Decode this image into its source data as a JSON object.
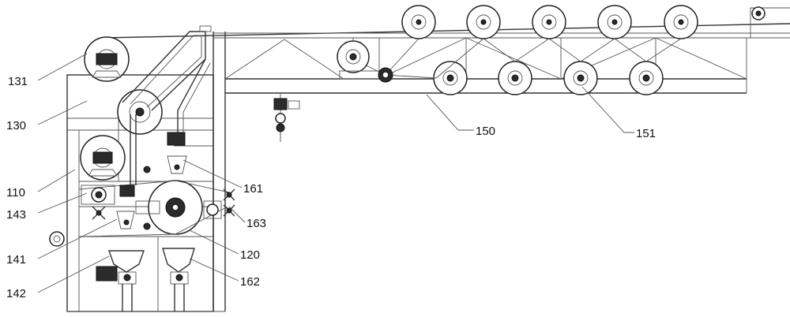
{
  "labels": {
    "l131": "131",
    "l130": "130",
    "l110": "110",
    "l143": "143",
    "l141": "141",
    "l142": "142",
    "l150": "150",
    "l151": "151",
    "l161": "161",
    "l163": "163",
    "l120": "120",
    "l162": "162"
  },
  "colors": {
    "line": "#333333",
    "dark": "#2b2b2b",
    "background": "#ffffff"
  }
}
